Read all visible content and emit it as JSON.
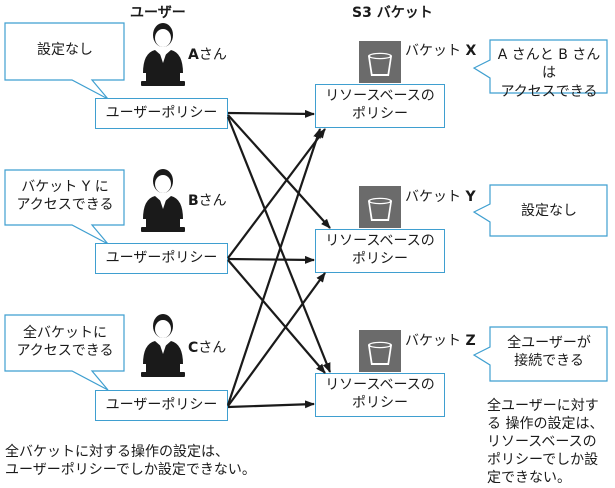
{
  "headers": {
    "users": "ユーザー",
    "buckets": "S3 バケット"
  },
  "users": [
    {
      "id": "a",
      "letter": "A",
      "suffix": "さん",
      "callout": "設定なし",
      "policy": "ユーザーポリシー"
    },
    {
      "id": "b",
      "letter": "B",
      "suffix": "さん",
      "callout_lines": [
        "バケット Y に",
        "アクセスできる"
      ],
      "policy": "ユーザーポリシー"
    },
    {
      "id": "c",
      "letter": "C",
      "suffix": "さん",
      "callout_lines": [
        "全バケットに",
        "アクセスできる"
      ],
      "policy": "ユーザーポリシー"
    }
  ],
  "buckets": [
    {
      "id": "x",
      "prefix": "バケット",
      "letter": "X",
      "policy_lines": [
        "リソースベースの",
        "ポリシー"
      ],
      "callout_lines": [
        "A さんと B さんは",
        "アクセスできる"
      ]
    },
    {
      "id": "y",
      "prefix": "バケット",
      "letter": "Y",
      "policy_lines": [
        "リソースベースの",
        "ポリシー"
      ],
      "callout": "設定なし"
    },
    {
      "id": "z",
      "prefix": "バケット",
      "letter": "Z",
      "policy_lines": [
        "リソースベースの",
        "ポリシー"
      ],
      "callout_lines": [
        "全ユーザーが",
        "接続できる"
      ]
    }
  ],
  "notes": {
    "left": [
      "全バケットに対する操作の設定は、",
      "ユーザーポリシーでしか設定できない。"
    ],
    "right": [
      "全ユーザーに対す",
      "る 操作の設定は、",
      "リソースベースの",
      "ポリシーでしか設",
      "定できない。"
    ]
  },
  "colors": {
    "callout_border": "#3f9fd0",
    "bucket_icon": "#6b6b6b",
    "arrow": "#1a1a1a"
  },
  "icons": {
    "user": "user-laptop-icon",
    "bucket": "s3-bucket-icon"
  }
}
